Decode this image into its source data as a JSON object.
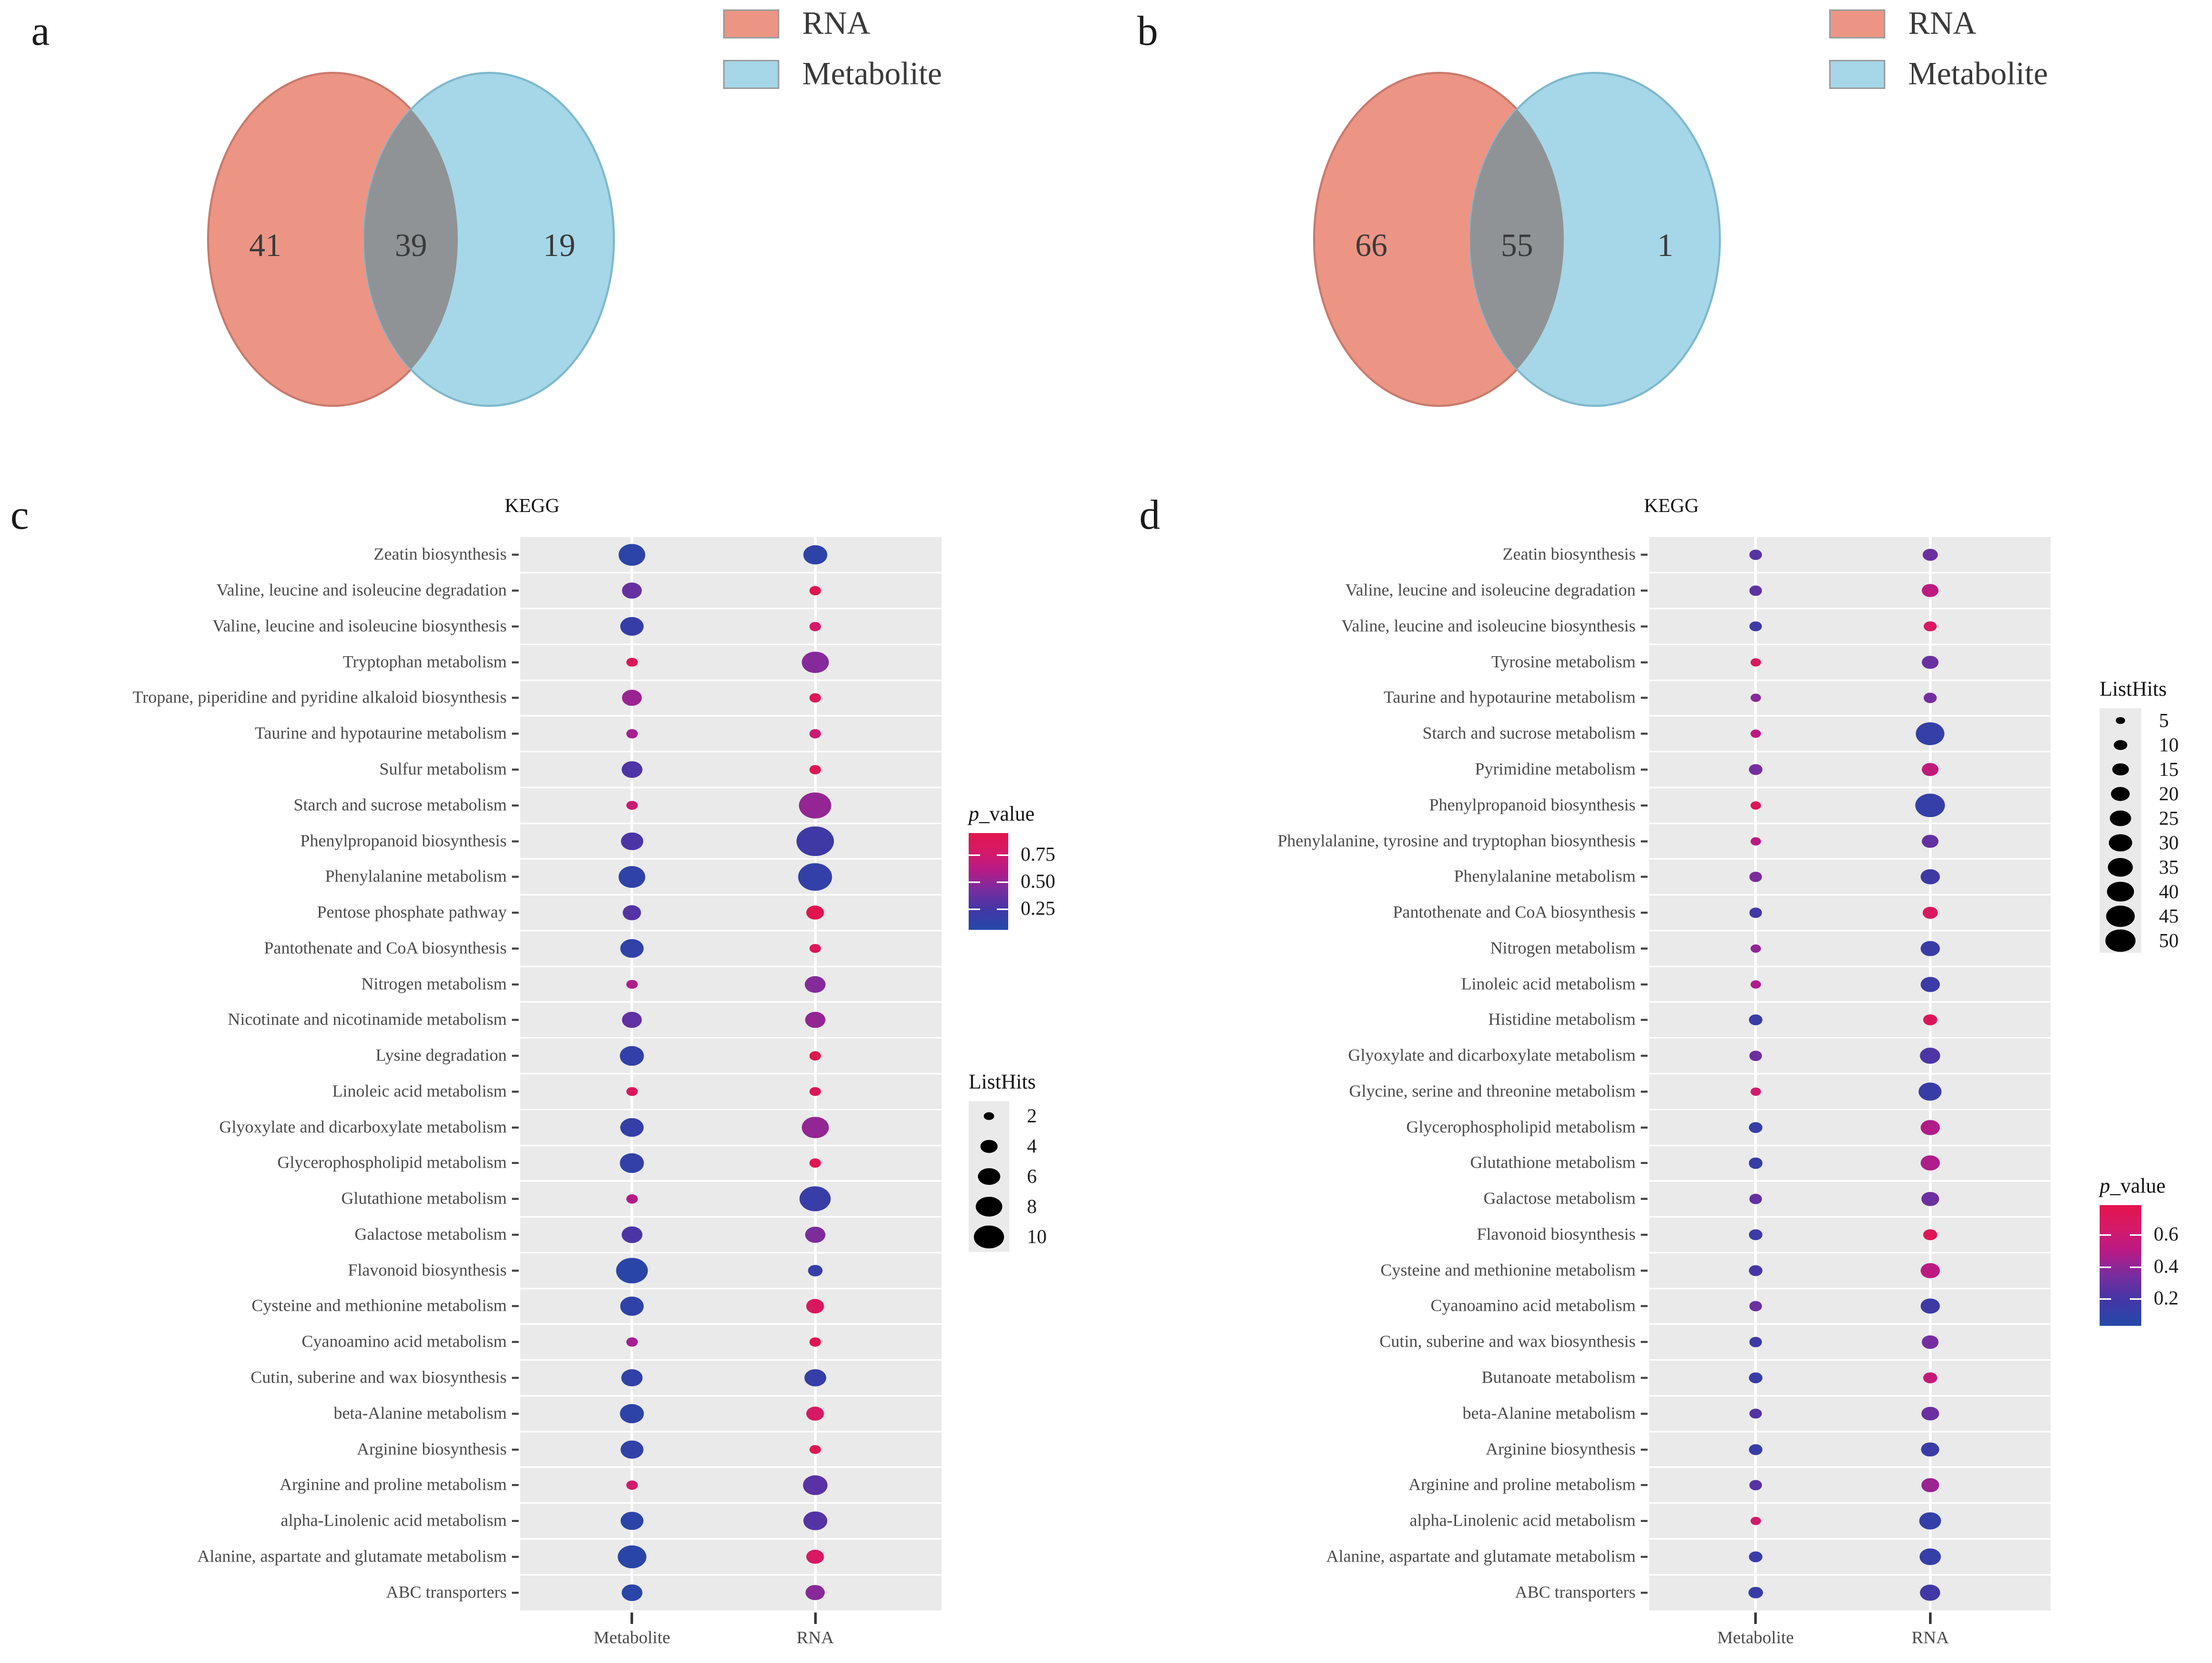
{
  "figure": {
    "panels": [
      "a",
      "b",
      "c",
      "d"
    ]
  },
  "venn_legend": {
    "items": [
      {
        "label": "RNA",
        "color": "#ec9585"
      },
      {
        "label": "Metabolite",
        "color": "#a5d7e8"
      }
    ]
  },
  "panel_a": {
    "letter": "a",
    "left_only": "41",
    "intersection": "39",
    "right_only": "19",
    "left_set": "RNA",
    "right_set": "Metabolite",
    "left_color": "#ec9585",
    "right_color": "#a5d7e8",
    "overlap_color": "#8f9396"
  },
  "panel_b": {
    "letter": "b",
    "left_only": "66",
    "intersection": "55",
    "right_only": "1",
    "left_set": "RNA",
    "right_set": "Metabolite",
    "left_color": "#ec9585",
    "right_color": "#a5d7e8",
    "overlap_color": "#8f9396"
  },
  "panel_c": {
    "letter": "c",
    "title": "KEGG",
    "xlabels": [
      "Metabolite",
      "RNA"
    ],
    "size_legend": {
      "title": "ListHits",
      "values": [
        2,
        4,
        6,
        8,
        10
      ]
    },
    "color_legend": {
      "title_prefix": "p",
      "title_suffix": "_value",
      "ticks": [
        "0.75",
        "0.50",
        "0.25"
      ],
      "tick_values": [
        0.75,
        0.5,
        0.25
      ],
      "vmin": 0.05,
      "vmax": 0.95,
      "high_color": "#e31b54",
      "mid_color": "#b81a86",
      "low_color": "#2449a8"
    }
  },
  "panel_d": {
    "letter": "d",
    "title": "KEGG",
    "xlabels": [
      "Metabolite",
      "RNA"
    ],
    "size_legend": {
      "title": "ListHits",
      "values": [
        5,
        10,
        15,
        20,
        25,
        30,
        35,
        40,
        45,
        50
      ]
    },
    "color_legend": {
      "title_prefix": "p",
      "title_suffix": "_value",
      "ticks": [
        "0.6",
        "0.4",
        "0.2"
      ],
      "tick_values": [
        0.6,
        0.4,
        0.2
      ],
      "vmin": 0.03,
      "vmax": 0.78,
      "high_color": "#e31b54",
      "mid_color": "#b81a86",
      "low_color": "#2449a8"
    }
  },
  "chart_data": [
    {
      "panel": "c",
      "type": "scatter",
      "title": "KEGG",
      "xlabel": "",
      "ylabel": "",
      "x_categories": [
        "Metabolite",
        "RNA"
      ],
      "size_field": "ListHits",
      "color_field": "p_value",
      "size_range": [
        2,
        10
      ],
      "color_range": [
        0.05,
        0.95
      ],
      "grid": true,
      "legend_position": "right",
      "categories": [
        "Zeatin biosynthesis",
        "Valine, leucine and isoleucine degradation",
        "Valine, leucine and isoleucine biosynthesis",
        "Tryptophan metabolism",
        "Tropane, piperidine and pyridine alkaloid biosynthesis",
        "Taurine and hypotaurine metabolism",
        "Sulfur metabolism",
        "Starch and sucrose metabolism",
        "Phenylpropanoid biosynthesis",
        "Phenylalanine metabolism",
        "Pentose phosphate pathway",
        "Pantothenate and CoA biosynthesis",
        "Nitrogen metabolism",
        "Nicotinate and nicotinamide metabolism",
        "Lysine degradation",
        "Linoleic acid metabolism",
        "Glyoxylate and dicarboxylate metabolism",
        "Glycerophospholipid metabolism",
        "Glutathione metabolism",
        "Galactose metabolism",
        "Flavonoid biosynthesis",
        "Cysteine and methionine metabolism",
        "Cyanoamino acid metabolism",
        "Cutin, suberine and wax biosynthesis",
        "beta-Alanine metabolism",
        "Arginine biosynthesis",
        "Arginine and proline metabolism",
        "alpha-Linolenic acid metabolism",
        "Alanine, aspartate and glutamate metabolism",
        "ABC transporters"
      ],
      "series": [
        {
          "name": "Metabolite",
          "points": [
            {
              "hits": 6.0,
              "p": 0.1
            },
            {
              "hits": 4.0,
              "p": 0.36
            },
            {
              "hits": 5.0,
              "p": 0.17
            },
            {
              "hits": 2.0,
              "p": 0.88
            },
            {
              "hits": 4.0,
              "p": 0.52
            },
            {
              "hits": 2.0,
              "p": 0.56
            },
            {
              "hits": 4.2,
              "p": 0.28
            },
            {
              "hits": 2.0,
              "p": 0.72
            },
            {
              "hits": 4.6,
              "p": 0.27
            },
            {
              "hits": 6.0,
              "p": 0.12
            },
            {
              "hits": 3.6,
              "p": 0.3
            },
            {
              "hits": 5.0,
              "p": 0.13
            },
            {
              "hits": 2.0,
              "p": 0.58
            },
            {
              "hits": 4.0,
              "p": 0.34
            },
            {
              "hits": 5.2,
              "p": 0.14
            },
            {
              "hits": 2.0,
              "p": 0.86
            },
            {
              "hits": 5.0,
              "p": 0.15
            },
            {
              "hits": 5.2,
              "p": 0.14
            },
            {
              "hits": 2.0,
              "p": 0.6
            },
            {
              "hits": 4.2,
              "p": 0.27
            },
            {
              "hits": 7.8,
              "p": 0.09
            },
            {
              "hits": 5.0,
              "p": 0.12
            },
            {
              "hits": 2.0,
              "p": 0.55
            },
            {
              "hits": 4.4,
              "p": 0.13
            },
            {
              "hits": 5.2,
              "p": 0.11
            },
            {
              "hits": 4.8,
              "p": 0.13
            },
            {
              "hits": 2.0,
              "p": 0.74
            },
            {
              "hits": 4.8,
              "p": 0.1
            },
            {
              "hits": 6.6,
              "p": 0.09
            },
            {
              "hits": 4.2,
              "p": 0.09
            }
          ]
        },
        {
          "name": "RNA",
          "points": [
            {
              "hits": 5.0,
              "p": 0.11
            },
            {
              "hits": 2.0,
              "p": 0.92
            },
            {
              "hits": 2.0,
              "p": 0.78
            },
            {
              "hits": 6.0,
              "p": 0.46
            },
            {
              "hits": 2.0,
              "p": 0.88
            },
            {
              "hits": 2.0,
              "p": 0.72
            },
            {
              "hits": 2.0,
              "p": 0.9
            },
            {
              "hits": 8.0,
              "p": 0.5
            },
            {
              "hits": 10.0,
              "p": 0.22
            },
            {
              "hits": 8.6,
              "p": 0.14
            },
            {
              "hits": 3.4,
              "p": 0.94
            },
            {
              "hits": 2.0,
              "p": 0.88
            },
            {
              "hits": 4.2,
              "p": 0.46
            },
            {
              "hits": 4.0,
              "p": 0.5
            },
            {
              "hits": 2.0,
              "p": 0.9
            },
            {
              "hits": 2.0,
              "p": 0.86
            },
            {
              "hits": 6.0,
              "p": 0.5
            },
            {
              "hits": 2.0,
              "p": 0.92
            },
            {
              "hits": 7.6,
              "p": 0.18
            },
            {
              "hits": 4.0,
              "p": 0.44
            },
            {
              "hits": 2.6,
              "p": 0.16
            },
            {
              "hits": 3.4,
              "p": 0.84
            },
            {
              "hits": 2.0,
              "p": 0.9
            },
            {
              "hits": 4.4,
              "p": 0.16
            },
            {
              "hits": 3.4,
              "p": 0.8
            },
            {
              "hits": 2.0,
              "p": 0.9
            },
            {
              "hits": 5.2,
              "p": 0.32
            },
            {
              "hits": 5.0,
              "p": 0.3
            },
            {
              "hits": 3.4,
              "p": 0.82
            },
            {
              "hits": 3.8,
              "p": 0.47
            }
          ]
        }
      ]
    },
    {
      "panel": "d",
      "type": "scatter",
      "title": "KEGG",
      "xlabel": "",
      "ylabel": "",
      "x_categories": [
        "Metabolite",
        "RNA"
      ],
      "size_field": "ListHits",
      "color_field": "p_value",
      "size_range": [
        5,
        50
      ],
      "color_range": [
        0.03,
        0.78
      ],
      "grid": true,
      "legend_position": "right",
      "categories": [
        "Zeatin biosynthesis",
        "Valine, leucine and isoleucine degradation",
        "Valine, leucine and isoleucine biosynthesis",
        "Tyrosine metabolism",
        "Taurine and hypotaurine metabolism",
        "Starch and sucrose metabolism",
        "Pyrimidine metabolism",
        "Phenylpropanoid biosynthesis",
        "Phenylalanine, tyrosine and tryptophan biosynthesis",
        "Phenylalanine metabolism",
        "Pantothenate and CoA biosynthesis",
        "Nitrogen metabolism",
        "Linoleic acid metabolism",
        "Histidine metabolism",
        "Glyoxylate and dicarboxylate metabolism",
        "Glycine, serine and threonine metabolism",
        "Glycerophospholipid metabolism",
        "Glutathione metabolism",
        "Galactose metabolism",
        "Flavonoid biosynthesis",
        "Cysteine and methionine metabolism",
        "Cyanoamino acid metabolism",
        "Cutin, suberine and wax biosynthesis",
        "Butanoate metabolism",
        "beta-Alanine metabolism",
        "Arginine biosynthesis",
        "Arginine and proline metabolism",
        "alpha-Linolenic acid metabolism",
        "Alanine, aspartate and glutamate metabolism",
        "ABC transporters"
      ],
      "series": [
        {
          "name": "Metabolite",
          "points": [
            {
              "hits": 7.0,
              "p": 0.25
            },
            {
              "hits": 7.0,
              "p": 0.27
            },
            {
              "hits": 7.0,
              "p": 0.17
            },
            {
              "hits": 5.0,
              "p": 0.7
            },
            {
              "hits": 5.0,
              "p": 0.38
            },
            {
              "hits": 5.0,
              "p": 0.52
            },
            {
              "hits": 8.0,
              "p": 0.33
            },
            {
              "hits": 5.0,
              "p": 0.72
            },
            {
              "hits": 5.0,
              "p": 0.5
            },
            {
              "hits": 7.0,
              "p": 0.35
            },
            {
              "hits": 7.0,
              "p": 0.18
            },
            {
              "hits": 5.0,
              "p": 0.4
            },
            {
              "hits": 5.0,
              "p": 0.47
            },
            {
              "hits": 8.0,
              "p": 0.15
            },
            {
              "hits": 7.0,
              "p": 0.31
            },
            {
              "hits": 5.0,
              "p": 0.62
            },
            {
              "hits": 8.0,
              "p": 0.12
            },
            {
              "hits": 8.0,
              "p": 0.13
            },
            {
              "hits": 7.0,
              "p": 0.28
            },
            {
              "hits": 8.0,
              "p": 0.16
            },
            {
              "hits": 8.0,
              "p": 0.2
            },
            {
              "hits": 7.0,
              "p": 0.3
            },
            {
              "hits": 7.0,
              "p": 0.16
            },
            {
              "hits": 8.0,
              "p": 0.13
            },
            {
              "hits": 7.0,
              "p": 0.24
            },
            {
              "hits": 8.0,
              "p": 0.13
            },
            {
              "hits": 7.0,
              "p": 0.25
            },
            {
              "hits": 5.0,
              "p": 0.62
            },
            {
              "hits": 8.0,
              "p": 0.14
            },
            {
              "hits": 9.0,
              "p": 0.13
            }
          ]
        },
        {
          "name": "RNA",
          "points": [
            {
              "hits": 9.0,
              "p": 0.31
            },
            {
              "hits": 11.0,
              "p": 0.52
            },
            {
              "hits": 7.0,
              "p": 0.68
            },
            {
              "hits": 11.0,
              "p": 0.3
            },
            {
              "hits": 7.0,
              "p": 0.33
            },
            {
              "hits": 30.0,
              "p": 0.11
            },
            {
              "hits": 11.0,
              "p": 0.54
            },
            {
              "hits": 32.0,
              "p": 0.11
            },
            {
              "hits": 11.0,
              "p": 0.28
            },
            {
              "hits": 14.0,
              "p": 0.17
            },
            {
              "hits": 9.0,
              "p": 0.68
            },
            {
              "hits": 14.0,
              "p": 0.14
            },
            {
              "hits": 14.0,
              "p": 0.15
            },
            {
              "hits": 8.0,
              "p": 0.7
            },
            {
              "hits": 16.0,
              "p": 0.22
            },
            {
              "hits": 20.0,
              "p": 0.13
            },
            {
              "hits": 14.0,
              "p": 0.48
            },
            {
              "hits": 14.0,
              "p": 0.47
            },
            {
              "hits": 12.0,
              "p": 0.31
            },
            {
              "hits": 8.0,
              "p": 0.72
            },
            {
              "hits": 14.0,
              "p": 0.52
            },
            {
              "hits": 14.0,
              "p": 0.16
            },
            {
              "hits": 11.0,
              "p": 0.33
            },
            {
              "hits": 8.0,
              "p": 0.56
            },
            {
              "hits": 12.0,
              "p": 0.3
            },
            {
              "hits": 13.0,
              "p": 0.14
            },
            {
              "hits": 12.0,
              "p": 0.42
            },
            {
              "hits": 18.0,
              "p": 0.11
            },
            {
              "hits": 17.0,
              "p": 0.12
            },
            {
              "hits": 16.0,
              "p": 0.18
            }
          ]
        }
      ]
    }
  ]
}
